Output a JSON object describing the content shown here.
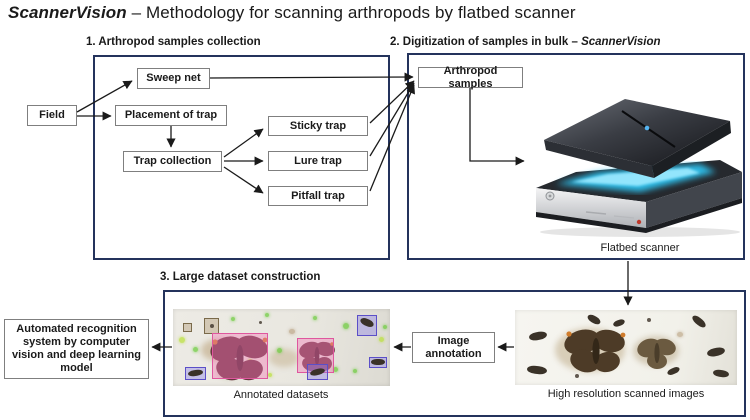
{
  "title": {
    "brand": "ScannerVision",
    "rest": " – Methodology for scanning arthropods by flatbed scanner"
  },
  "sections": [
    {
      "heading": "1. Arthropod samples collection"
    },
    {
      "heading_prefix": "2. Digitization of samples in bulk – ",
      "heading_italic": "ScannerVision"
    },
    {
      "heading": "3. Large dataset construction"
    }
  ],
  "nodes": {
    "field": "Field",
    "sweep_net": "Sweep net",
    "placement_of_trap": "Placement of trap",
    "trap_collection": "Trap collection",
    "sticky_trap": "Sticky trap",
    "lure_trap": "Lure trap",
    "pitfall_trap": "Pitfall trap",
    "arthropod_samples": "Arthropod samples",
    "image_annotation": "Image annotation",
    "automated_recognition": "Automated recognition system by computer vision and deep learning model"
  },
  "captions": {
    "flatbed_scanner": "Flatbed scanner",
    "annotated_datasets": "Annotated datasets",
    "high_resolution": "High resolution scanned images"
  },
  "colors": {
    "section_border": "#24335c",
    "node_border": "#7f7f7f",
    "arrow": "#1a1a1a",
    "annotation_pink": "#df579e",
    "annotation_purple": "#5b4fc8",
    "scanner_glow": "#35c8f0"
  },
  "icons": {
    "scanner_illustration": "flatbed-scanner-photo",
    "annotated_scan": "annotated-specimen-scan",
    "raw_scan": "high-resolution-specimen-scan"
  }
}
